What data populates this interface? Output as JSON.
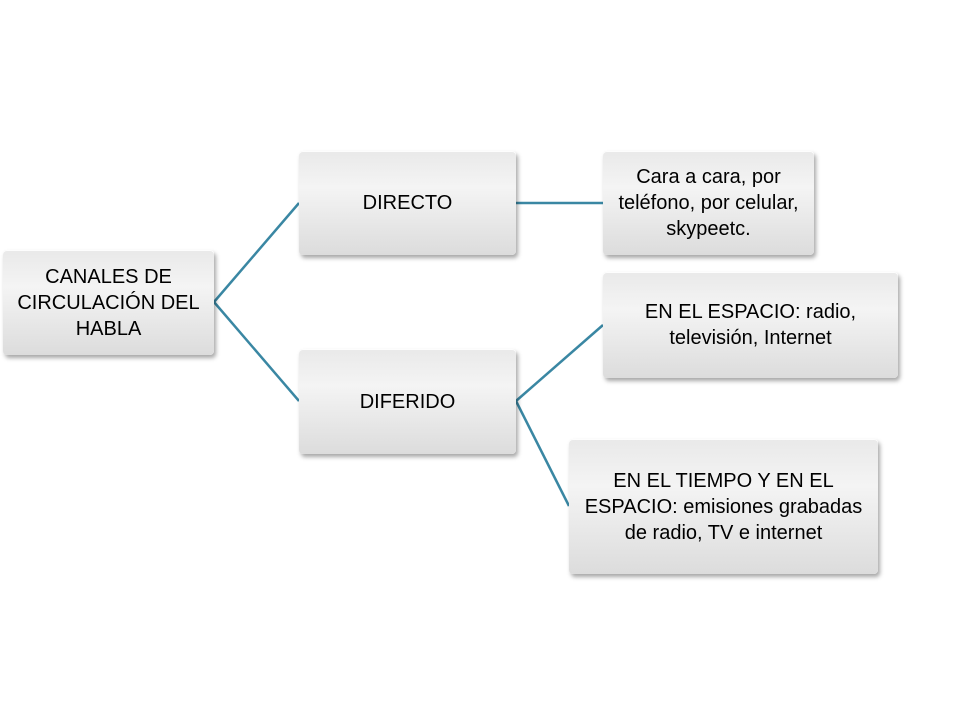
{
  "diagram": {
    "line_color": "#3a87a3",
    "root": {
      "label": "CANALES DE CIRCULACIÓN DEL HABLA"
    },
    "branches": [
      {
        "label": "DIRECTO",
        "children": [
          {
            "label": "Cara a cara, por teléfono, por celular,  skypeetc."
          }
        ]
      },
      {
        "label": "DIFERIDO",
        "children": [
          {
            "label": "EN EL ESPACIO: radio, televisión, Internet"
          },
          {
            "label": "EN EL TIEMPO Y EN EL ESPACIO: emisiones grabadas  de radio, TV e internet"
          }
        ]
      }
    ]
  }
}
